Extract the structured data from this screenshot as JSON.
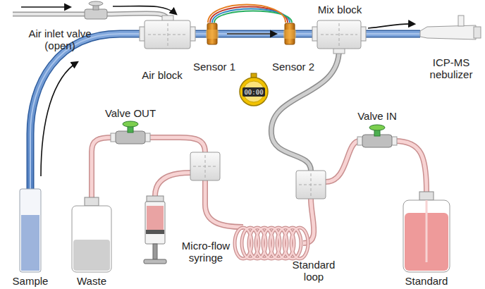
{
  "diagram": {
    "labels": [
      "Air inlet valve (open)",
      "Air block",
      "Sensor 1",
      "Sensor 2",
      "00:00",
      "Mix block",
      "ICP-MS nebulizer",
      "Valve OUT",
      "Valve IN",
      "Micro-flow syringe",
      "Standard loop",
      "Sample",
      "Waste",
      "Standard"
    ]
  }
}
